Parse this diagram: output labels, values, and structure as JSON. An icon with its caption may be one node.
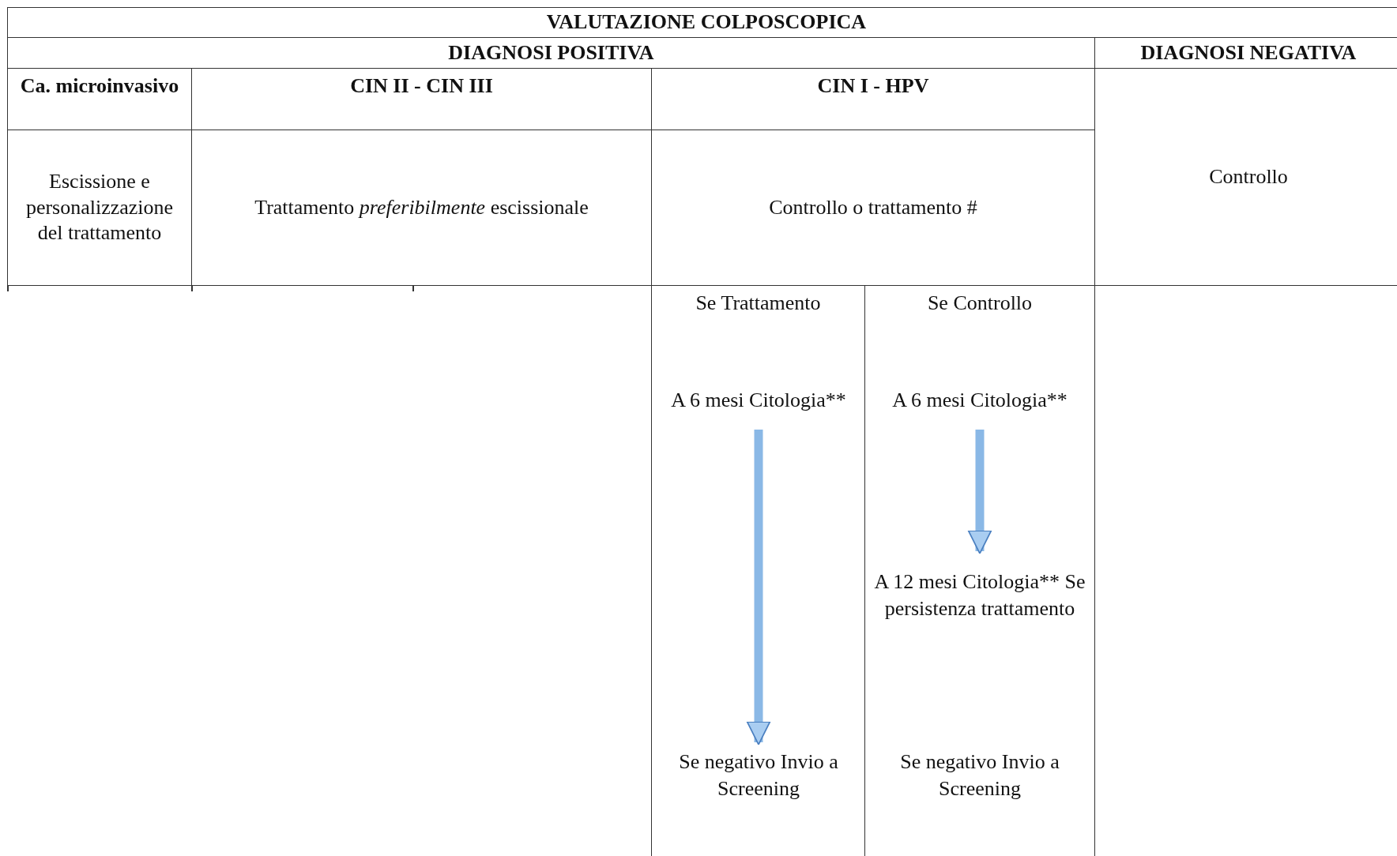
{
  "diagram": {
    "nodes": [
      {
        "text": [
          "VALUTAZIONE COLPOSCOPICA"
        ]
      },
      {
        "text": [
          "DIAGNOSI  POSITIVA"
        ]
      },
      {
        "text": [
          "DIAGNOSI NEGATIVA"
        ]
      },
      {
        "text": [
          "Ca. microinvasivo"
        ]
      },
      {
        "text": [
          "CIN II - CIN III"
        ]
      },
      {
        "text": [
          "CIN I - HPV"
        ]
      },
      {
        "text": [
          "Escissione e personalizzazione del trattamento"
        ]
      },
      {
        "text": [
          "Trattamento *preferibilmente* escissionale"
        ]
      },
      {
        "text": [
          "Controllo o trattamento #"
        ]
      },
      {
        "text": [
          "Controllo"
        ]
      },
      {
        "text": [
          "Se Trattamento"
        ]
      },
      {
        "text": [
          "A 6 mesi Citologia**"
        ],
        "in": 10
      },
      {
        "text": [
          "Se negativo Invio a Screening"
        ],
        "in": 10
      },
      {
        "text": [
          "Se Controllo"
        ]
      },
      {
        "text": [
          "A 6 mesi Citologia**"
        ],
        "in": 13
      },
      {
        "text": [
          "A 12 mesi Citologia** Se persistenza trattamento"
        ],
        "in": 13
      },
      {
        "text": [
          "Se negativo Invio a Screening"
        ],
        "in": 13
      }
    ],
    "edges": [
      {
        "from": 11,
        "to": 12,
        "arrow": "to"
      },
      {
        "from": 14,
        "to": 15,
        "arrow": "to"
      }
    ]
  }
}
